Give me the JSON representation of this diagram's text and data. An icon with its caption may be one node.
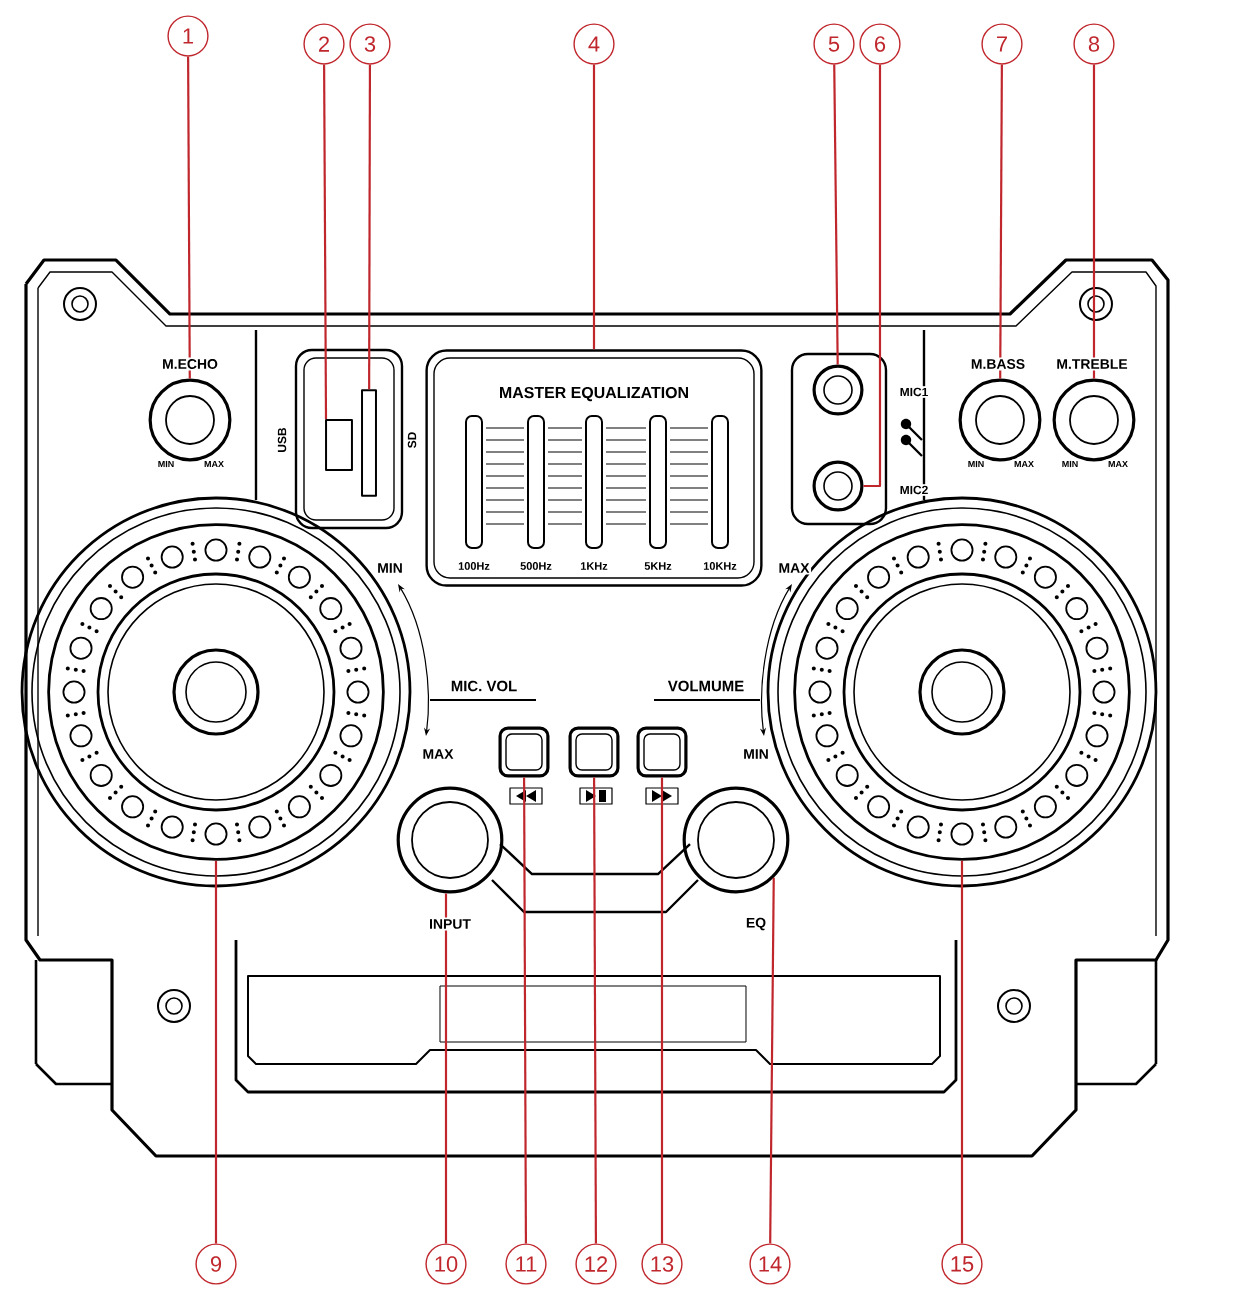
{
  "diagram": {
    "nodes": [
      {
        "text": [
          "1"
        ]
      },
      {
        "text": [
          "2"
        ]
      },
      {
        "text": [
          "3"
        ]
      },
      {
        "text": [
          "4"
        ]
      },
      {
        "text": [
          "5"
        ]
      },
      {
        "text": [
          "6"
        ]
      },
      {
        "text": [
          "7"
        ]
      },
      {
        "text": [
          "8"
        ]
      },
      {
        "text": [
          "9"
        ]
      },
      {
        "text": [
          "10"
        ]
      },
      {
        "text": [
          "11"
        ]
      },
      {
        "text": [
          "12"
        ]
      },
      {
        "text": [
          "13"
        ]
      },
      {
        "text": [
          "14"
        ]
      },
      {
        "text": [
          "15"
        ]
      },
      {
        "text": [],
        "shape": "circle"
      },
      {
        "text": [],
        "shape": "box"
      },
      {
        "text": [],
        "shape": "box"
      },
      {
        "text": [],
        "shape": "box"
      },
      {
        "text": [],
        "shape": "circle"
      },
      {
        "text": [],
        "shape": "circle"
      },
      {
        "text": [],
        "shape": "circle"
      },
      {
        "text": [],
        "shape": "circle"
      },
      {
        "text": [],
        "shape": "circle"
      },
      {
        "text": [],
        "shape": "circle"
      },
      {
        "text": [],
        "shape": "box"
      },
      {
        "text": [],
        "shape": "box"
      },
      {
        "text": [],
        "shape": "box"
      },
      {
        "text": [],
        "shape": "circle"
      },
      {
        "text": [],
        "shape": "circle"
      }
    ],
    "edges": [
      {
        "from": 0,
        "to": 15,
        "arrow": "none"
      },
      {
        "from": 1,
        "to": 16,
        "arrow": "none"
      },
      {
        "from": 2,
        "to": 17,
        "arrow": "none"
      },
      {
        "from": 3,
        "to": 18,
        "arrow": "none"
      },
      {
        "from": 4,
        "to": 19,
        "arrow": "none"
      },
      {
        "from": 5,
        "to": 20,
        "arrow": "none"
      },
      {
        "from": 6,
        "to": 21,
        "arrow": "none"
      },
      {
        "from": 7,
        "to": 22,
        "arrow": "none"
      },
      {
        "from": 8,
        "to": 23,
        "arrow": "none"
      },
      {
        "from": 9,
        "to": 24,
        "arrow": "none"
      },
      {
        "from": 10,
        "to": 25,
        "arrow": "none"
      },
      {
        "from": 11,
        "to": 26,
        "arrow": "none"
      },
      {
        "from": 12,
        "to": 27,
        "arrow": "none"
      },
      {
        "from": 13,
        "to": 28,
        "arrow": "none"
      },
      {
        "from": 14,
        "to": 29,
        "arrow": "none"
      }
    ],
    "labels": [
      "M.ECHO",
      "USB",
      "SD",
      "MASTER EQUALIZATION",
      "MIC1",
      "MIC2",
      "M.BASS",
      "M.TREBLE",
      "MIN",
      "MAX",
      "MIN",
      "MAX",
      "MIN",
      "MAX",
      "MIN",
      "100Hz",
      "500Hz",
      "1KHz",
      "5KHz",
      "10KHz",
      "MAX",
      "MIC. VOL",
      "VOLMUME",
      "MAX",
      "MIN",
      "INPUT",
      "EQ"
    ]
  }
}
